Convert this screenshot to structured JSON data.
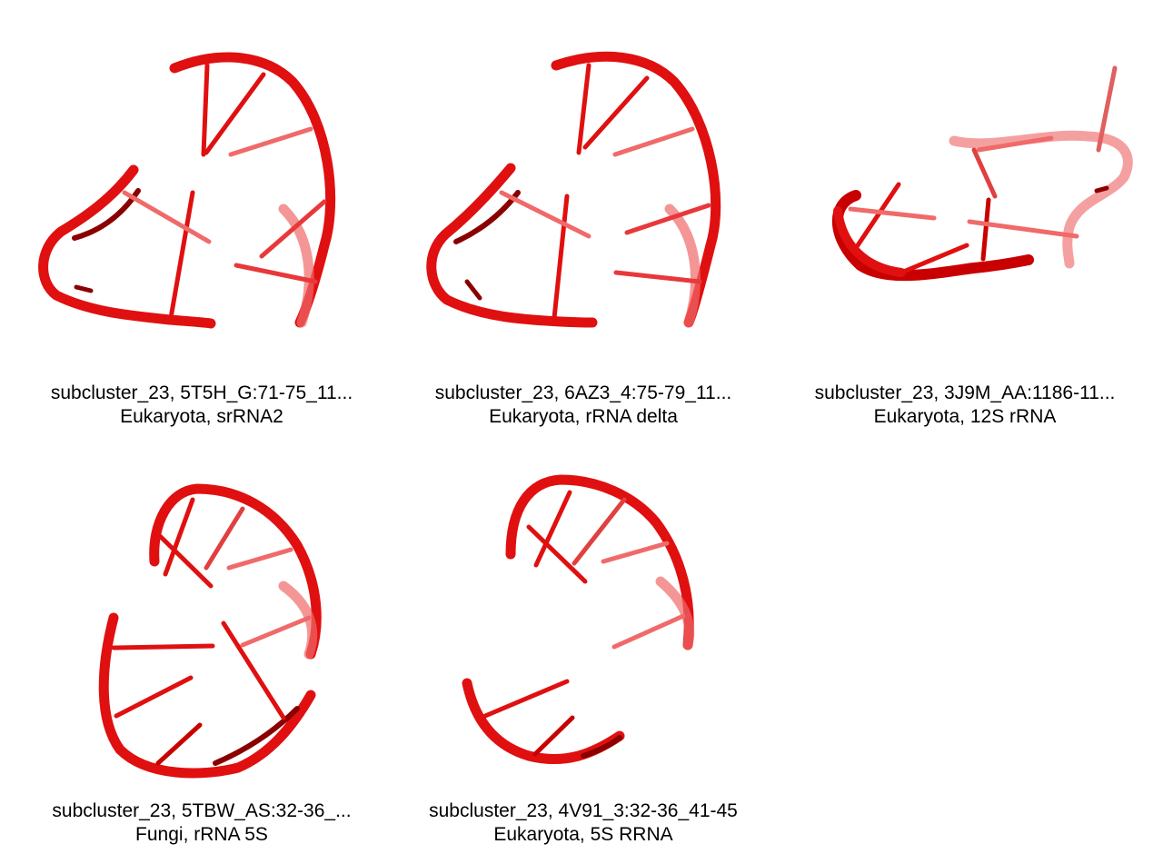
{
  "colors": {
    "strand": "#e01010",
    "strand_light": "#f06a6a",
    "shadow": "#8a0000"
  },
  "panels": [
    {
      "title": "subcluster_23, 5T5H_G:71-75_11...",
      "subtitle": "Eukaryota, srRNA2",
      "icon": "rna-backbone-structure"
    },
    {
      "title": "subcluster_23, 6AZ3_4:75-79_11...",
      "subtitle": "Eukaryota, rRNA delta",
      "icon": "rna-backbone-structure"
    },
    {
      "title": "subcluster_23, 3J9M_AA:1186-11...",
      "subtitle": "Eukaryota, 12S rRNA",
      "icon": "rna-backbone-structure"
    },
    {
      "title": "subcluster_23, 5TBW_AS:32-36_...",
      "subtitle": "Fungi, rRNA 5S",
      "icon": "rna-backbone-structure"
    },
    {
      "title": "subcluster_23, 4V91_3:32-36_41-45",
      "subtitle": "Eukaryota, 5S RRNA",
      "icon": "rna-backbone-structure"
    }
  ]
}
